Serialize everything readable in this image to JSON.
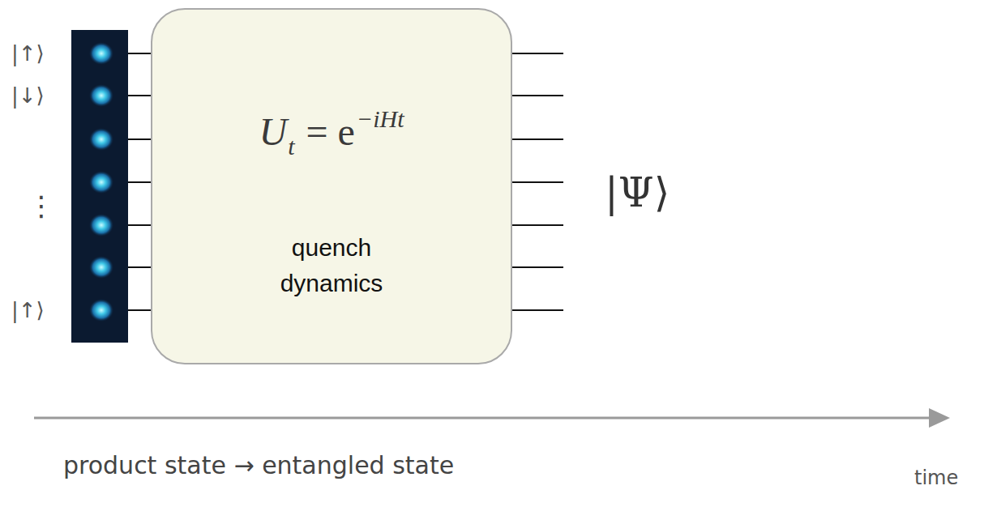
{
  "diagram": {
    "nodes": [
      {
        "text": [
          "U",
          "t",
          "= e",
          "−iHt",
          "quench dynamics"
        ]
      }
    ],
    "labels": [
      "|↑⟩",
      "|↓⟩",
      "⋮",
      "|↑⟩",
      "|Ψ⟩",
      "product state → entangled state",
      "time"
    ]
  }
}
